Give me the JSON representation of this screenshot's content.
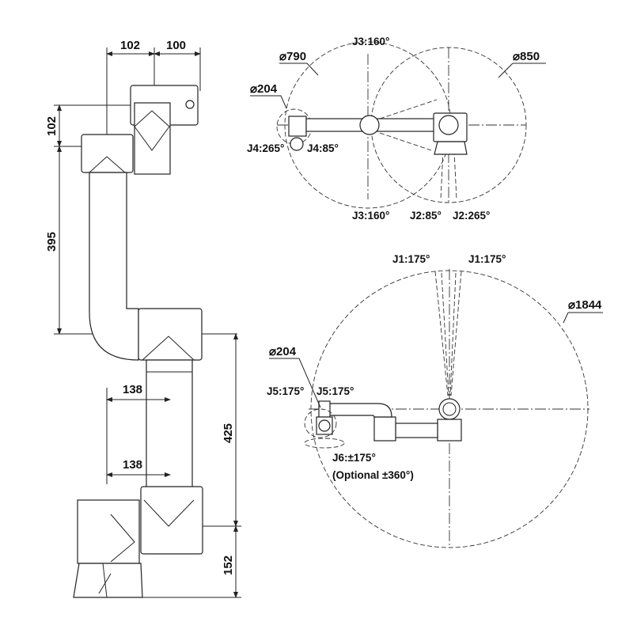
{
  "side_view": {
    "dims": {
      "top_left": "102",
      "top_right": "100",
      "wrist_height": "102",
      "upper_arm": "395",
      "offset_upper": "138",
      "offset_lower": "138",
      "lower_arm": "425",
      "base": "152"
    }
  },
  "top_view": {
    "d790": "⌀790",
    "d850": "⌀850",
    "d204": "⌀204",
    "j3_top": "J3:160°",
    "j3_bottom": "J3:160°",
    "j4_left": "J4:265°",
    "j4_right": "J4:85°",
    "j2_left": "J2:85°",
    "j2_right": "J2:265°"
  },
  "reach_view": {
    "j1_left": "J1:175°",
    "j1_right": "J1:175°",
    "d1844": "⌀1844",
    "d204": "⌀204",
    "j5_left": "J5:175°",
    "j5_right": "J5:175°",
    "j6": "J6:±175°",
    "j6_optional": "(Optional ±360°)"
  }
}
